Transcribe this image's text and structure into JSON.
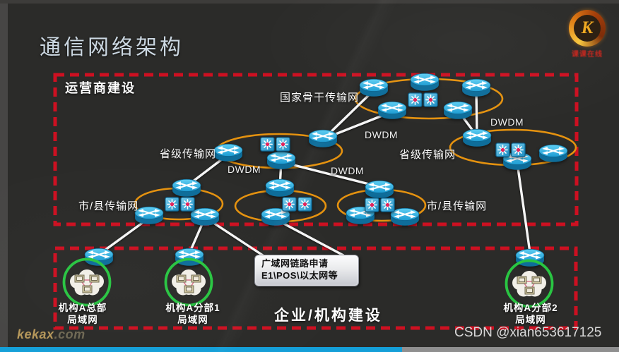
{
  "page": {
    "title": "通信网络架构"
  },
  "logo": {
    "letter": "K",
    "caption": "课课在线"
  },
  "operator_zone": {
    "label": "运营商建设"
  },
  "enterprise_zone": {
    "label": "企业/机构建设"
  },
  "network_labels": {
    "backbone": "国家骨干传输网",
    "provincial_left": "省级传输网",
    "provincial_right": "省级传输网",
    "city_left": "市/县传输网",
    "city_right": "市/县传输网",
    "dwdm": "DWDM"
  },
  "lans": [
    {
      "name": "机构A总部",
      "sub": "局域网"
    },
    {
      "name": "机构A分部1",
      "sub": "局域网"
    },
    {
      "name": "机构A分部2",
      "sub": "局域网"
    }
  ],
  "callout": {
    "line1": "广域网链路申请",
    "line2": "E1\\POS\\以太网等"
  },
  "watermarks": {
    "kekax_bold": "kekax",
    "kekax_rest": ".com",
    "csdn": "CSDN @xian653617125"
  },
  "progress": {
    "percent": 65
  },
  "colors": {
    "background": "#2b2b29",
    "zone_border_red": "#cd1021",
    "ring_orange": "#e5920f",
    "link_white": "#f5f5f5",
    "lan_green": "#29c542",
    "title_text": "#ccd8e2",
    "progress_blue": "#149fd8",
    "progress_gray": "#8f8f8f",
    "kekax_gold": "#b5975a",
    "csdn_gray": "#d8d8d8",
    "logo_caption_red": "#c8251c"
  }
}
